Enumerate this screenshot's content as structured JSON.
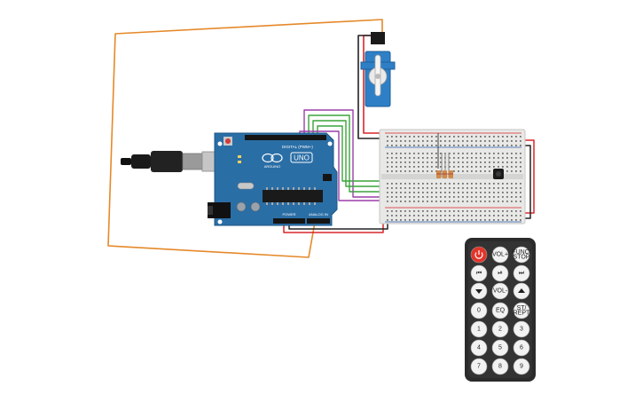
{
  "arduino": {
    "brand": "ARDUINO",
    "model": "UNO",
    "digital_label": "DIGITAL (PWM~)",
    "power_label": "POWER",
    "analog_label": "ANALOG IN"
  },
  "remote": {
    "rows": [
      [
        {
          "id": "power",
          "label": "",
          "icon": "power-icon",
          "color": "#e3342a"
        },
        {
          "id": "vol-up",
          "label": "VOL+"
        },
        {
          "id": "func-stop",
          "label": "FUNC/ STOP"
        }
      ],
      [
        {
          "id": "prev",
          "label": "⏮",
          "icon": "previous-icon"
        },
        {
          "id": "play-pause",
          "label": "⏯",
          "icon": "play-pause-icon"
        },
        {
          "id": "next",
          "label": "⏭",
          "icon": "next-icon"
        }
      ],
      [
        {
          "id": "down",
          "label": "",
          "icon": "down-arrow-icon"
        },
        {
          "id": "vol-down",
          "label": "VOL-"
        },
        {
          "id": "up",
          "label": "",
          "icon": "up-arrow-icon"
        }
      ],
      [
        {
          "id": "0",
          "label": "0"
        },
        {
          "id": "eq",
          "label": "EQ"
        },
        {
          "id": "st-rept",
          "label": "ST/ REPT"
        }
      ],
      [
        {
          "id": "1",
          "label": "1"
        },
        {
          "id": "2",
          "label": "2"
        },
        {
          "id": "3",
          "label": "3"
        }
      ],
      [
        {
          "id": "4",
          "label": "4"
        },
        {
          "id": "5",
          "label": "5"
        },
        {
          "id": "6",
          "label": "6"
        }
      ],
      [
        {
          "id": "7",
          "label": "7"
        },
        {
          "id": "8",
          "label": "8"
        },
        {
          "id": "9",
          "label": "9"
        }
      ]
    ]
  },
  "colors": {
    "board": "#2a6ea6",
    "servo": "#2e7fc6",
    "orange_wire": "#e5892a",
    "green_wire": "#3aa33a",
    "purple_wire": "#9b3ea8",
    "red_wire": "#d8262c",
    "black_wire": "#222222",
    "breadboard": "#e8e8e6",
    "remote_body": "#2b2b2b"
  }
}
